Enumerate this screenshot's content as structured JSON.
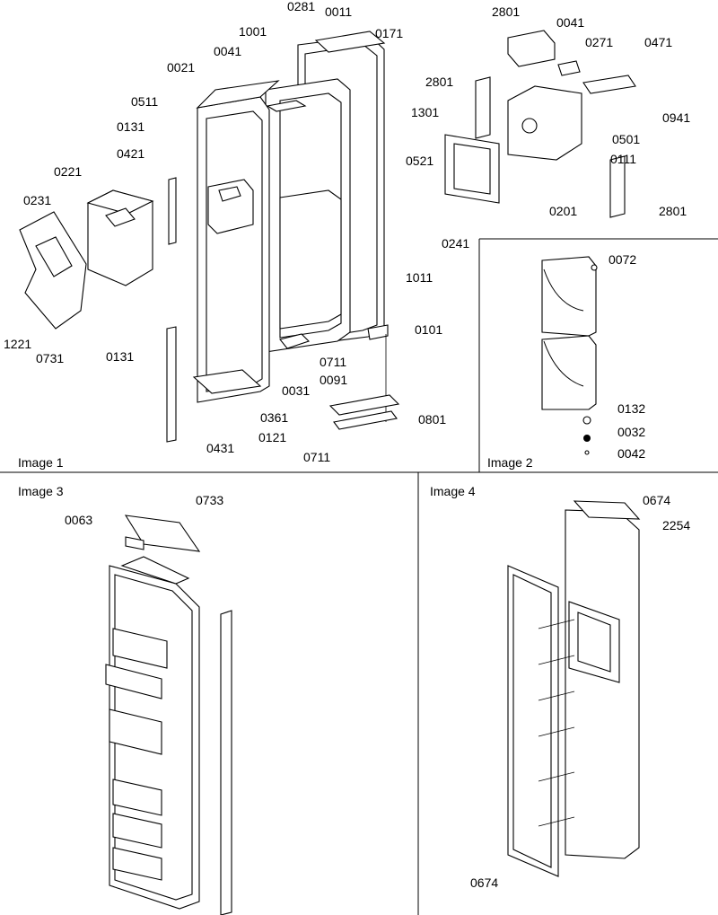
{
  "panels": [
    {
      "title": "Image 1"
    },
    {
      "title": "Image 2"
    },
    {
      "title": "Image 3"
    },
    {
      "title": "Image 4"
    }
  ],
  "image1_labels": [
    "0281",
    "0011",
    "1001",
    "0171",
    "0041",
    "0021",
    "0511",
    "0131",
    "0421",
    "0221",
    "0231",
    "1221",
    "0731",
    "0131",
    "1301",
    "0521",
    "1011",
    "0101",
    "0711",
    "0091",
    "0031",
    "0361",
    "0121",
    "0431",
    "0801",
    "0711",
    "2801",
    "0041",
    "0271",
    "0471",
    "2801",
    "0941",
    "0501",
    "0111",
    "0201",
    "2801",
    "0241"
  ],
  "image2_labels": [
    "0072",
    "0132",
    "0032",
    "0042"
  ],
  "image3_labels": [
    "0063",
    "0733"
  ],
  "image4_labels": [
    "0674",
    "2254",
    "0674"
  ]
}
